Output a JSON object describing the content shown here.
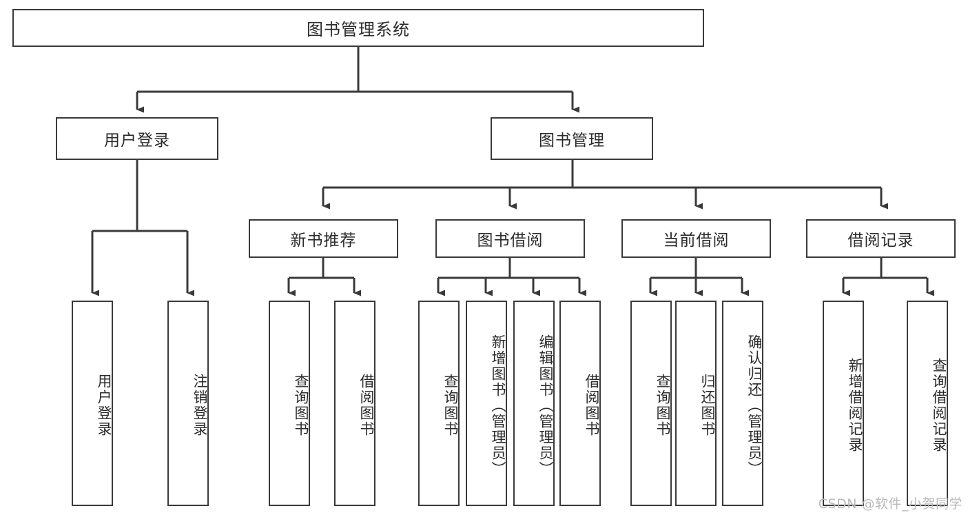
{
  "diagram": {
    "type": "tree",
    "title": "图书管理系统",
    "root": {
      "label": "图书管理系统"
    },
    "level2": [
      {
        "label": "用户登录"
      },
      {
        "label": "图书管理"
      }
    ],
    "level3": [
      {
        "label": "新书推荐"
      },
      {
        "label": "图书借阅"
      },
      {
        "label": "当前借阅"
      },
      {
        "label": "借阅记录"
      }
    ],
    "leaves": {
      "user_login": [
        {
          "label": "用户登录"
        },
        {
          "label": "注销登录"
        }
      ],
      "new_book_recommend": [
        {
          "label": "查询图书"
        },
        {
          "label": "借阅图书"
        }
      ],
      "book_borrow": [
        {
          "label": "查询图书"
        },
        {
          "label": "新增图书（管理员）"
        },
        {
          "label": "编辑图书（管理员）"
        },
        {
          "label": "借阅图书"
        }
      ],
      "current_borrow": [
        {
          "label": "查询图书"
        },
        {
          "label": "归还图书"
        },
        {
          "label": "确认归还（管理员）"
        }
      ],
      "borrow_record": [
        {
          "label": "新增借阅记录"
        },
        {
          "label": "查询借阅记录"
        }
      ]
    },
    "colors": {
      "stroke": "#3a3a3a",
      "background": "#ffffff",
      "text": "#2b2b2b",
      "watermark": "#b9b9b9"
    }
  },
  "watermark": {
    "text": "CSDN @软件_小贺同学"
  }
}
